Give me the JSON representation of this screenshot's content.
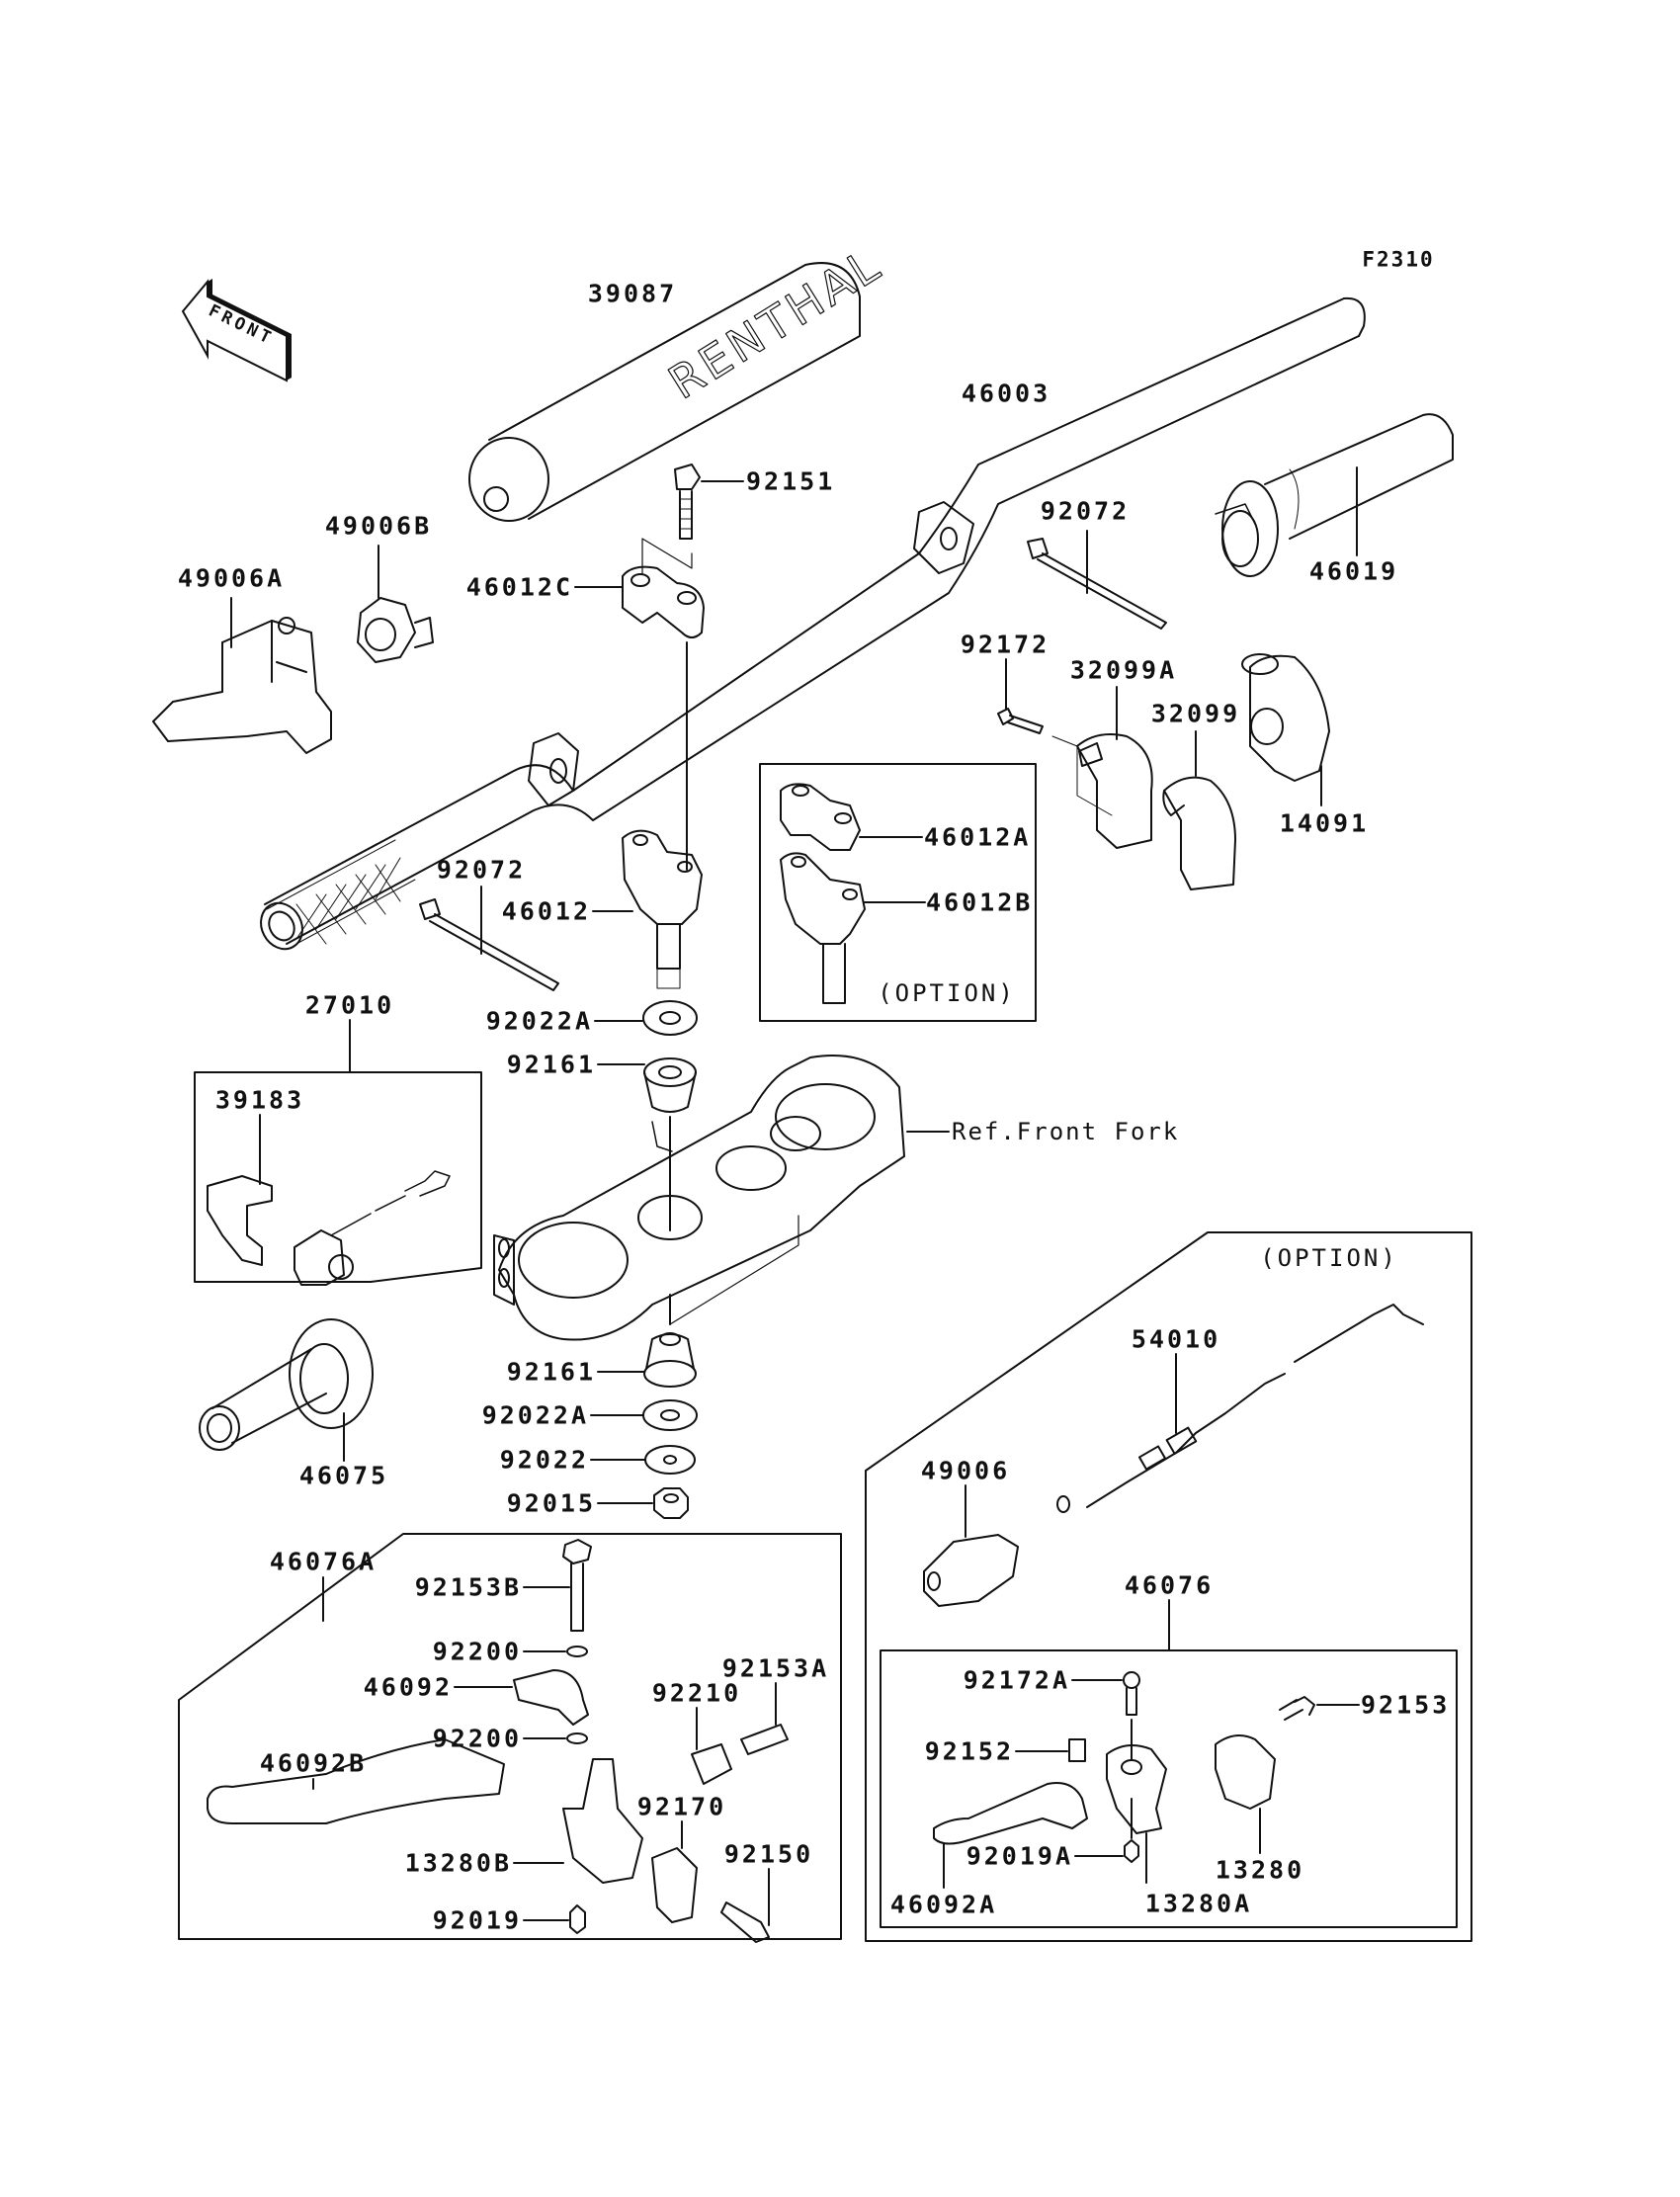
{
  "diagram": {
    "figure_id": "F2310",
    "direction_indicator": "FRONT",
    "reference_note": "Ref.Front Fork",
    "option_labels": [
      "(OPTION)",
      "(OPTION)"
    ],
    "pad_brand_text": "RENTHAL",
    "parts": {
      "p39087": "39087",
      "p46003": "46003",
      "p92151": "92151",
      "p49006B": "49006B",
      "p49006A": "49006A",
      "p46012C": "46012C",
      "p92072_top": "92072",
      "p46019": "46019",
      "p92172": "92172",
      "p32099A": "32099A",
      "p32099": "32099",
      "p14091": "14091",
      "p46012A": "46012A",
      "p46012B": "46012B",
      "p92072_low": "92072",
      "p46012": "46012",
      "p27010": "27010",
      "p92022A_top": "92022A",
      "p39183": "39183",
      "p92161_top": "92161",
      "p54010": "54010",
      "p46075": "46075",
      "p49006": "49006",
      "p92161_low": "92161",
      "p92022A_low": "92022A",
      "p92022": "92022",
      "p92015": "92015",
      "p46076A": "46076A",
      "p46076": "46076",
      "p92153B": "92153B",
      "p92200_top": "92200",
      "p46092": "46092",
      "p92172A": "92172A",
      "p92153A": "92153A",
      "p92210": "92210",
      "p92153": "92153",
      "p92152": "92152",
      "p92200_low": "92200",
      "p46092B": "46092B",
      "p92170": "92170",
      "p92150": "92150",
      "p13280B": "13280B",
      "p92019A": "92019A",
      "p13280": "13280",
      "p46092A": "46092A",
      "p13280A": "13280A",
      "p92019": "92019"
    }
  }
}
